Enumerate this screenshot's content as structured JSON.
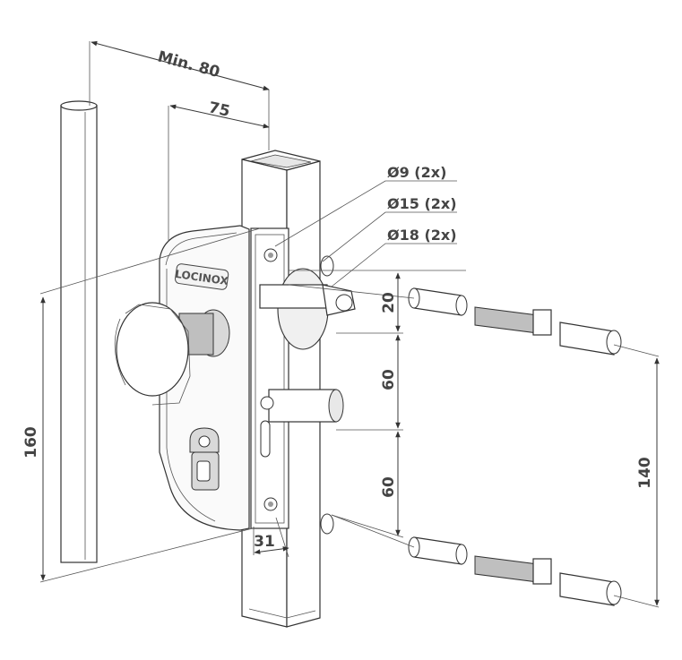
{
  "brand": "LOCINOX",
  "dimensions": {
    "min_width": "Min. 80",
    "width": "75",
    "height": "160",
    "offset": "31",
    "spacing_top": "20",
    "spacing_mid": "60",
    "spacing_low": "60",
    "bolt_spacing": "140"
  },
  "holes": {
    "d9": "Ø9 (2x)",
    "d15": "Ø15 (2x)",
    "d18": "Ø18 (2x)"
  }
}
